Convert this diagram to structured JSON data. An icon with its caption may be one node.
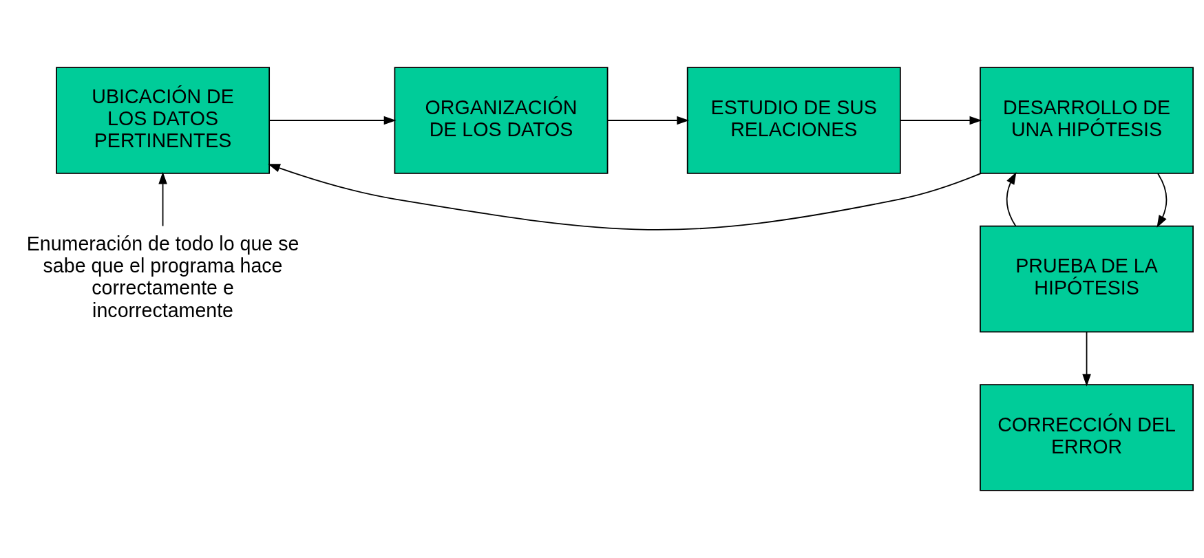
{
  "diagram": {
    "nodes": [
      {
        "text": [
          "UBICACIÓN DE LOS DATOS PERTINENTES"
        ]
      },
      {
        "text": [
          "ORGANIZACIÓN DE LOS DATOS"
        ]
      },
      {
        "text": [
          "ESTUDIO DE SUS RELACIONES"
        ]
      },
      {
        "text": [
          "DESARROLLO DE UNA HIPÓTESIS"
        ]
      },
      {
        "text": [
          "PRUEBA DE LA HIPÓTESIS"
        ]
      },
      {
        "text": [
          "CORRECCIÓN DEL ERROR"
        ]
      },
      {
        "text": [
          "Enumeración de todo lo que se sabe que el programa hace correctamente e incorrectamente"
        ]
      }
    ],
    "edges": [
      {
        "from": 0,
        "to": 1,
        "arrow": "to"
      },
      {
        "from": 1,
        "to": 2,
        "arrow": "to"
      },
      {
        "from": 2,
        "to": 3,
        "arrow": "to"
      },
      {
        "from": 3,
        "to": 0,
        "arrow": "to"
      },
      {
        "from": 3,
        "to": 4,
        "arrow": "to"
      },
      {
        "from": 4,
        "to": 3,
        "arrow": "to"
      },
      {
        "from": 4,
        "to": 5,
        "arrow": "to"
      },
      {
        "from": 6,
        "to": 0,
        "arrow": "to"
      }
    ]
  }
}
